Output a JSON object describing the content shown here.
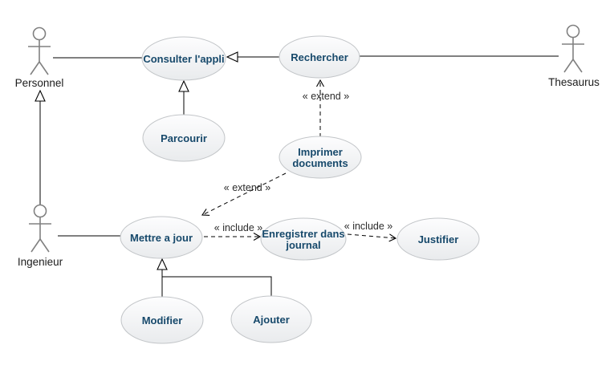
{
  "diagram": {
    "type": "uml-use-case-diagram",
    "background": "#ffffff"
  },
  "colors": {
    "usecase_text": "#17496b",
    "usecase_fill_top": "#fdfdfe",
    "usecase_fill_bottom": "#e9ebed",
    "usecase_border": "#c2c5c8",
    "actor_stroke": "#808080",
    "edge_line": "#000000",
    "edge_label_text": "#2b2b2b"
  },
  "actors": [
    {
      "id": "personnel",
      "label": "Personnel"
    },
    {
      "id": "thesaurus",
      "label": "Thesaurus"
    },
    {
      "id": "ingenieur",
      "label": "Ingenieur"
    }
  ],
  "use_cases": [
    {
      "id": "consulter",
      "label": "Consulter l'appli"
    },
    {
      "id": "rechercher",
      "label": "Rechercher"
    },
    {
      "id": "parcourir",
      "label": "Parcourir"
    },
    {
      "id": "imprimer",
      "label": "Imprimer documents",
      "lines": [
        "Imprimer",
        "documents"
      ]
    },
    {
      "id": "mettre",
      "label": "Mettre a jour"
    },
    {
      "id": "enregistrer",
      "label": "Enregistrer dans journal",
      "lines": [
        "Enregistrer dans",
        "journal"
      ]
    },
    {
      "id": "justifier",
      "label": "Justifier"
    },
    {
      "id": "modifier",
      "label": "Modifier"
    },
    {
      "id": "ajouter",
      "label": "Ajouter"
    }
  ],
  "relationships": {
    "edges": [
      {
        "type": "association",
        "from": "Personnel",
        "to": "Consulter l'appli",
        "label": ""
      },
      {
        "type": "generalization",
        "from": "Rechercher",
        "to": "Consulter l'appli",
        "label": ""
      },
      {
        "type": "association",
        "from": "Thesaurus",
        "to": "Rechercher",
        "label": ""
      },
      {
        "type": "generalization",
        "from": "Parcourir",
        "to": "Consulter l'appli",
        "label": ""
      },
      {
        "type": "extend",
        "from": "Imprimer documents",
        "to": "Rechercher",
        "label": "« extend »"
      },
      {
        "type": "extend",
        "from": "Imprimer documents",
        "to": "Mettre a jour",
        "label": "« extend »"
      },
      {
        "type": "generalization",
        "from": "Ingenieur",
        "to": "Personnel",
        "label": ""
      },
      {
        "type": "association",
        "from": "Ingenieur",
        "to": "Mettre a jour",
        "label": ""
      },
      {
        "type": "include",
        "from": "Mettre a jour",
        "to": "Enregistrer dans journal",
        "label": "« include »"
      },
      {
        "type": "include",
        "from": "Enregistrer dans journal",
        "to": "Justifier",
        "label": "« include »"
      },
      {
        "type": "generalization",
        "from": "Modifier",
        "to": "Mettre a jour",
        "label": ""
      },
      {
        "type": "generalization",
        "from": "Ajouter",
        "to": "Mettre a jour",
        "label": ""
      }
    ]
  }
}
